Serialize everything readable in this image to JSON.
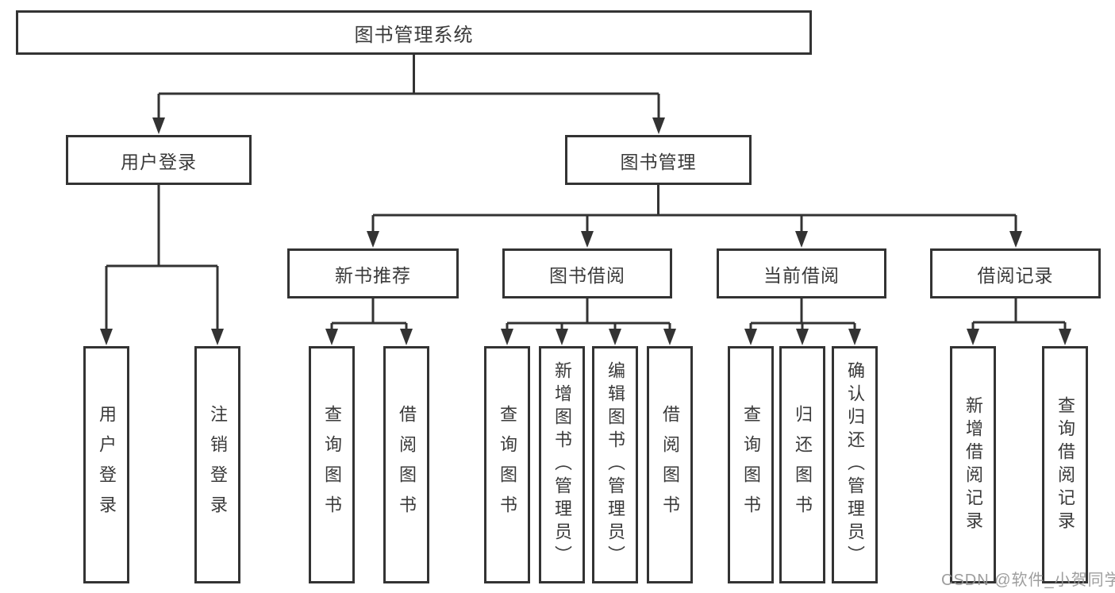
{
  "tree": {
    "label": "图书管理系统",
    "children": [
      {
        "label": "用户登录",
        "children": [
          {
            "label": "用户登录"
          },
          {
            "label": "注销登录"
          }
        ]
      },
      {
        "label": "图书管理",
        "children": [
          {
            "label": "新书推荐",
            "children": [
              {
                "label": "查询图书"
              },
              {
                "label": "借阅图书"
              }
            ]
          },
          {
            "label": "图书借阅",
            "children": [
              {
                "label": "查询图书"
              },
              {
                "label": "新增图书（管理员）"
              },
              {
                "label": "编辑图书（管理员）"
              },
              {
                "label": "借阅图书"
              }
            ]
          },
          {
            "label": "当前借阅",
            "children": [
              {
                "label": "查询图书"
              },
              {
                "label": "归还图书"
              },
              {
                "label": "确认归还（管理员）"
              }
            ]
          },
          {
            "label": "借阅记录",
            "children": [
              {
                "label": "新增借阅记录"
              },
              {
                "label": "查询借阅记录"
              }
            ]
          }
        ]
      }
    ]
  },
  "watermark": {
    "text": "CSDN @软件_小贺同学"
  },
  "colors": {
    "line": "#333333",
    "box_border": "#333333",
    "box_background": "#ffffff",
    "text": "#3a3a3a",
    "watermark": "#949494",
    "background": "#ffffff"
  }
}
